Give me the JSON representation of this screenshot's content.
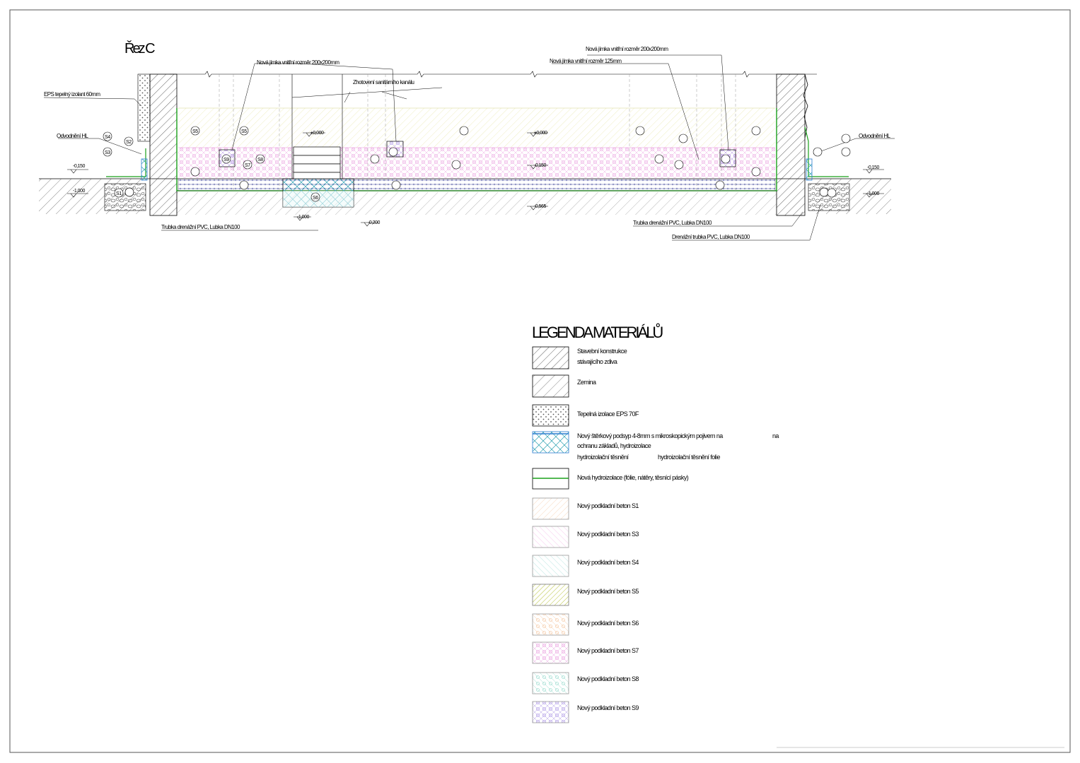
{
  "drawing": {
    "section_title": "Řez C",
    "annotations": {
      "shaft_top_left": "Nová jímka vnitřní rozměr 200x200mm",
      "shaft_top_right_1": "Nová jímka vnitřní rozměr 200x200mm",
      "shaft_top_right_2": "Nová jímka vnitřní rozměr 125mm",
      "channel_label": "Zhotovení sanitárního kanálu",
      "eps_label": "EPS tepelný izolant 60mm",
      "drain_left": "Odvodnění HL",
      "drain_right": "Odvodnění HL",
      "pipe_bottom_left": "Trubka drenážní PVC, Lubka DN100",
      "pipe_bottom_right_1": "Trubka drenážní PVC, Lubka DN100",
      "pipe_bottom_right_2": "Drenážní trubka PVC, Lubka DN100"
    },
    "levels": {
      "top": "±0,000",
      "top_right": "±0,000",
      "mid": "-0,150",
      "ground_left": "-0,150",
      "ground_right": "-0,150",
      "below_left": "-1,000",
      "below_right": "-1,000",
      "pit": "-1,000",
      "pit_right": "-0,200",
      "bottom": "-0,565"
    },
    "markers": [
      "S5",
      "S5",
      "S9",
      "S7",
      "S8",
      "S3",
      "S1",
      "S2",
      "S4",
      "S6"
    ]
  },
  "legend": {
    "title": "LEGENDA MATERIÁLŮ",
    "items": [
      {
        "label_1": "Stavební konstrukce",
        "label_2": "stávajícího zdiva"
      },
      {
        "label_1": "Zemina",
        "label_2": ""
      },
      {
        "label_1": "Tepelná izolace EPS 70F",
        "label_2": ""
      },
      {
        "label_1": "Nový štěrkový podsyp 4-8mm s mikroskopickým pojivem na",
        "label_2": "ochranu základů, hydroizolace",
        "label_3": "hydroizolační těsnění",
        "label_4": "hydroizolační těsnění folie"
      },
      {
        "label_1": "Nová hydroizolace (fólie, nátěry, těsnící pásky)",
        "label_2": ""
      },
      {
        "label_1": "Nový podkladní beton S1",
        "label_2": ""
      },
      {
        "label_1": "Nový podkladní beton S3",
        "label_2": ""
      },
      {
        "label_1": "Nový podkladní beton S4",
        "label_2": ""
      },
      {
        "label_1": "Nový podkladní beton S5",
        "label_2": ""
      },
      {
        "label_1": "Nový podkladní beton S6",
        "label_2": ""
      },
      {
        "label_1": "Nový podkladní beton S7",
        "label_2": ""
      },
      {
        "label_1": "Nový podkladní beton S8",
        "label_2": ""
      },
      {
        "label_1": "Nový podkladní beton S9",
        "label_2": ""
      }
    ],
    "extra_note": "na"
  },
  "colors": {
    "s1": "#f2b98a",
    "s3": "#f0a0e0",
    "s4": "#8fd6cf",
    "s5": "#b7c23a",
    "s6": "#f2b98a",
    "s7": "#e58ad8",
    "s8": "#7fd2c2",
    "s9": "#9a7fe0",
    "membrane": "#1aa01a",
    "blue": "#2a7bd0"
  }
}
